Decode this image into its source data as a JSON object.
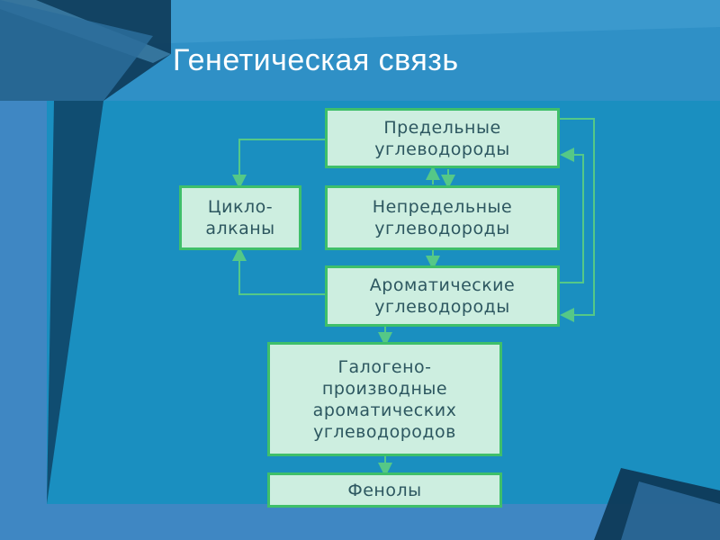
{
  "slide": {
    "title": "Генетическая связь",
    "colors": {
      "background": "#1a8fc0",
      "frame": "#3f87c3",
      "dark_band": "#0e3a58",
      "box_fill": "#cdeee0",
      "box_border": "#3fbf6a",
      "box_text": "#2d5760",
      "arrow": "#55c887"
    }
  },
  "diagram": {
    "nodes": {
      "saturated": "Предельные\nуглеводороды",
      "unsaturated": "Непредельные\nуглеводороды",
      "cycloalkanes": "Цикло-\nалканы",
      "aromatic": "Ароматические\nуглеводороды",
      "halogen": "Галогено-\nпроизводные\nароматических\nуглеводородов",
      "phenols": "Фенолы"
    }
  }
}
